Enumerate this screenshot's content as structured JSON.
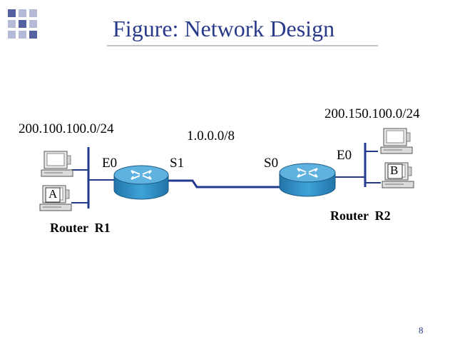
{
  "title": "Figure: Network Design",
  "page_number": "8",
  "networks": {
    "left": "200.100.100.0/24",
    "serial": "1.0.0.0/8",
    "right": "200.150.100.0/24"
  },
  "interfaces": {
    "r1_e0": "E0",
    "r1_s1": "S1",
    "r2_s0": "S0",
    "r2_e0": "E0"
  },
  "routers": {
    "r1": "Router  R1",
    "r2": "Router  R2"
  },
  "hosts": {
    "a": "A",
    "b": "B"
  },
  "colors": {
    "title": "#2a3a8a",
    "router_body": "#2f8fc0",
    "router_top": "#5fb2e0",
    "accent_square": "#5560a0",
    "line": "#223a8c"
  }
}
